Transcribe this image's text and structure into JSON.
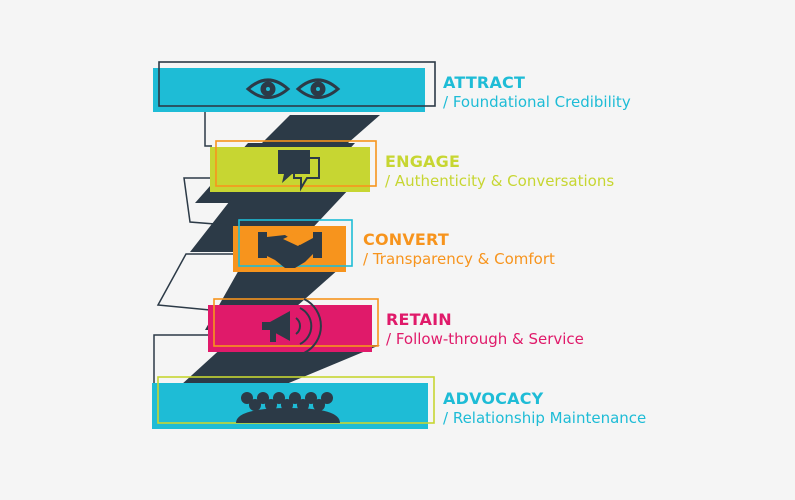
{
  "colors": {
    "background": "#f5f5f5",
    "dark": "#2c3a47",
    "attract": "#1ebcd6",
    "engage": "#c7d632",
    "convert": "#f7941d",
    "retain": "#e01a6a",
    "advocacy": "#1ebcd6"
  },
  "stages": [
    {
      "key": "attract",
      "title": "ATTRACT",
      "subtitle": "/ Foundational Credibility",
      "icon": "eyes-icon"
    },
    {
      "key": "engage",
      "title": "ENGAGE",
      "subtitle": "/ Authenticity & Conversations",
      "icon": "speech-bubble-icon"
    },
    {
      "key": "convert",
      "title": "CONVERT",
      "subtitle": "/ Transparency & Comfort",
      "icon": "handshake-icon"
    },
    {
      "key": "retain",
      "title": "RETAIN",
      "subtitle": "/ Follow-through & Service",
      "icon": "megaphone-icon"
    },
    {
      "key": "advocacy",
      "title": "ADVOCACY",
      "subtitle": "/ Relationship Maintenance",
      "icon": "people-group-icon"
    }
  ]
}
